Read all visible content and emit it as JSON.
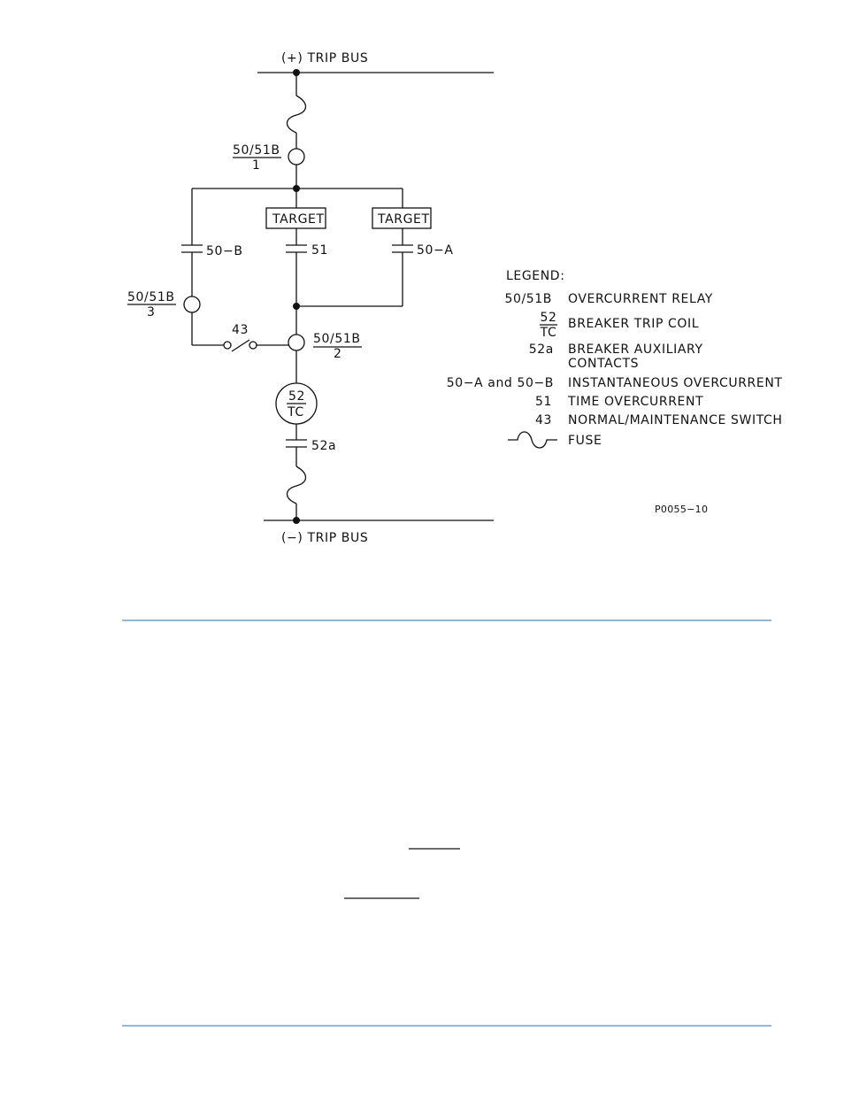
{
  "diagram": {
    "top_bus": "(+)  TRIP BUS",
    "bottom_bus": "(−)  TRIP BUS",
    "relay1": {
      "num": "50/51B",
      "den": "1"
    },
    "relay2": {
      "num": "50/51B",
      "den": "2"
    },
    "relay3": {
      "num": "50/51B",
      "den": "3"
    },
    "target_left": "TARGET",
    "target_right": "TARGET",
    "contact_50b": "50−B",
    "contact_51": "51",
    "contact_50a": "50−A",
    "switch_43": "43",
    "trip_coil": {
      "num": "52",
      "den": "TC"
    },
    "contact_52a": "52a",
    "drawing_id": "P0055−10"
  },
  "legend": {
    "title": "LEGEND:",
    "items": [
      {
        "key": "50/51B",
        "desc": "OVERCURRENT RELAY"
      },
      {
        "key_num": "52",
        "key_den": "TC",
        "desc": "BREAKER TRIP COIL"
      },
      {
        "key": "52a",
        "desc": "BREAKER AUXILIARY",
        "desc2": "CONTACTS"
      },
      {
        "key": "50−A and 50−B",
        "desc": "INSTANTANEOUS OVERCURRENT"
      },
      {
        "key": "51",
        "desc": "TIME OVERCURRENT"
      },
      {
        "key": "43",
        "desc": "NORMAL/MAINTENANCE SWITCH"
      },
      {
        "key_icon": "fuse-icon",
        "desc": "FUSE"
      }
    ]
  },
  "colors": {
    "rule": "#2f6fb5",
    "ink": "#111111"
  }
}
